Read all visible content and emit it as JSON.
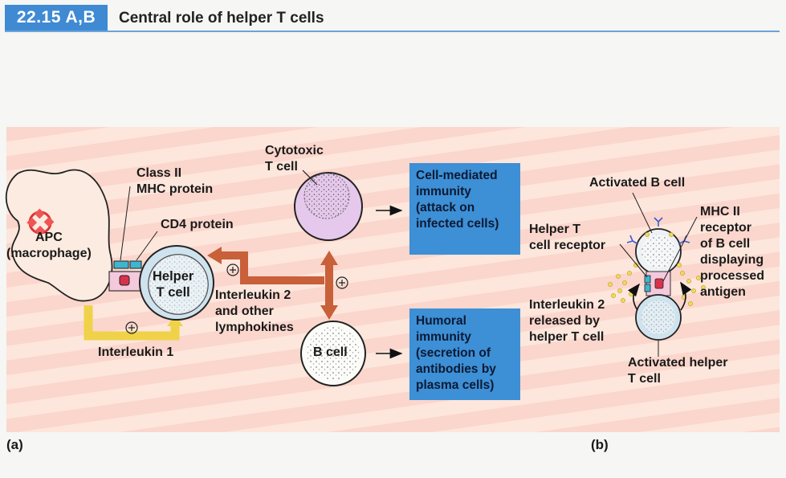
{
  "header": {
    "figure_number": "22.15 A,B",
    "title": "Central role of helper T cells"
  },
  "panel_a": {
    "label": "(a)",
    "apc_label": "APC\n(macrophage)",
    "class2_label": "Class II\nMHC protein",
    "cd4_label": "CD4 protein",
    "helper_t_label": "Helper\nT cell",
    "interleukin1_label": "Interleukin 1",
    "interleukin2_label": "Interleukin 2\nand other\nlymphokines",
    "cytotoxic_label": "Cytotoxic\nT cell",
    "b_cell_label": "B cell",
    "cell_mediated_box": "Cell-mediated\nimmunity\n(attack on\ninfected cells)",
    "humoral_box": "Humoral\nimmunity\n(secretion of\nantibodies by\nplasma cells)",
    "plus_symbol": "+"
  },
  "panel_b": {
    "label": "(b)",
    "activated_b_label": "Activated B cell",
    "helper_receptor_label": "Helper T\ncell receptor",
    "mhc2_receptor_label": "MHC II\nreceptor\nof B cell\ndisplaying\nprocessed\nantigen",
    "interleukin2_label": "Interleukin 2\nreleased by\nhelper T cell",
    "activated_helper_label": "Activated helper\nT cell"
  },
  "colors": {
    "badge": "#3f8ad3",
    "box": "#3d8fd6",
    "panel_stripe_a": "#fbd6cc",
    "panel_stripe_b": "#fde6dc",
    "arrow_orange": "#c8603a",
    "arrow_yellow": "#f0d24a",
    "cytotoxic_fill": "#e6c8ec",
    "apc_fill": "#fcebe0"
  }
}
